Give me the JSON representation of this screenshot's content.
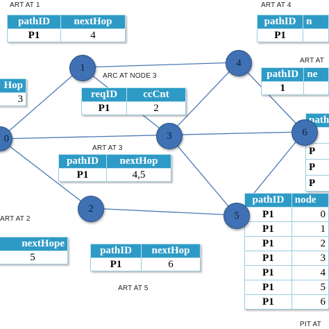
{
  "nodes": {
    "n0": "0",
    "n1": "1",
    "n2": "2",
    "n3": "3",
    "n4": "4",
    "n5": "5",
    "n6": "6"
  },
  "captions": {
    "art1": "ART AT 1",
    "art4": "ART AT 4",
    "art_right": "ART AT",
    "arc3": "ARC AT NODE 3",
    "art3": "ART AT 3",
    "art2": "ART AT 2",
    "art5": "ART AT 5",
    "pit": "PIT AT"
  },
  "tables": {
    "art1": {
      "headers": [
        "pathID",
        "nextHop"
      ],
      "row": [
        "P1",
        "4"
      ]
    },
    "art4": {
      "headers": [
        "pathID",
        "n"
      ],
      "row": [
        "P1",
        ""
      ]
    },
    "art_right": {
      "headers": [
        "pathID",
        "ne"
      ],
      "row": [
        "1",
        ""
      ]
    },
    "left_top": {
      "headers": [
        "Hop"
      ],
      "row": [
        "3"
      ]
    },
    "arc3": {
      "headers": [
        "reqID",
        "ccCnt"
      ],
      "row": [
        "P1",
        "2"
      ]
    },
    "art3": {
      "headers": [
        "pathID",
        "nextHop"
      ],
      "row": [
        "P1",
        "4,5"
      ]
    },
    "art6": {
      "headers": [
        "path"
      ],
      "rows": [
        "P",
        "P",
        "P",
        "P"
      ]
    },
    "art2": {
      "headers": [
        "nextHope"
      ],
      "row": [
        "5"
      ]
    },
    "art5": {
      "headers": [
        "pathID",
        "nextHop"
      ],
      "row": [
        "P1",
        "6"
      ]
    },
    "pit": {
      "headers": [
        "pathID",
        "node"
      ],
      "rows": [
        [
          "P1",
          "0"
        ],
        [
          "P1",
          "1"
        ],
        [
          "P1",
          "2"
        ],
        [
          "P1",
          "3"
        ],
        [
          "P1",
          "4"
        ],
        [
          "P1",
          "5"
        ],
        [
          "P1",
          "6"
        ]
      ]
    }
  }
}
